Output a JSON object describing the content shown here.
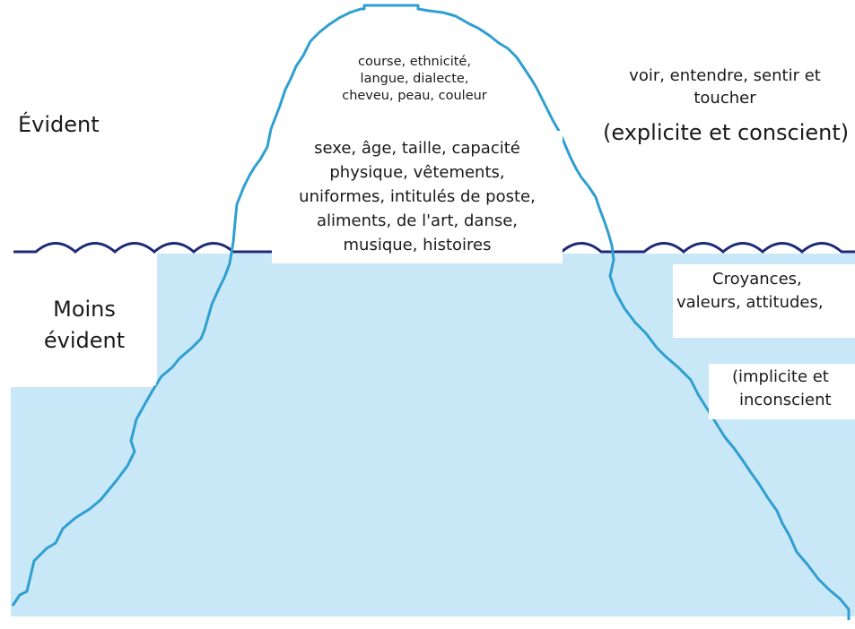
{
  "colors": {
    "water": "#c9e8f7",
    "iceberg_outline": "#2f9fd0",
    "waterline": "#1c2a78",
    "background": "#ffffff",
    "text": "#1a1a1a"
  },
  "labels": {
    "evident": "Évident",
    "less_evident_line1": "Moins",
    "less_evident_line2": "évident",
    "tip_line1": "course, ethnicité,",
    "tip_line2": "langue, dialecte,",
    "tip_line3": "cheveu, peau, couleur",
    "visible_line1": "sexe, âge, taille, capacité",
    "visible_line2": "physique, vêtements,",
    "visible_line3": "uniformes, intitulés de poste,",
    "visible_line4": "aliments, de l'art, danse,",
    "visible_line5": "musique, histoires",
    "senses_line1": "voir, entendre, sentir et",
    "senses_line2": "toucher",
    "explicit": "(explicite et conscient)",
    "beliefs_line1": "Croyances,",
    "beliefs_line2": "valeurs, attitudes,",
    "implicit_line1": "(implicite et",
    "implicit_line2": "inconscient"
  }
}
